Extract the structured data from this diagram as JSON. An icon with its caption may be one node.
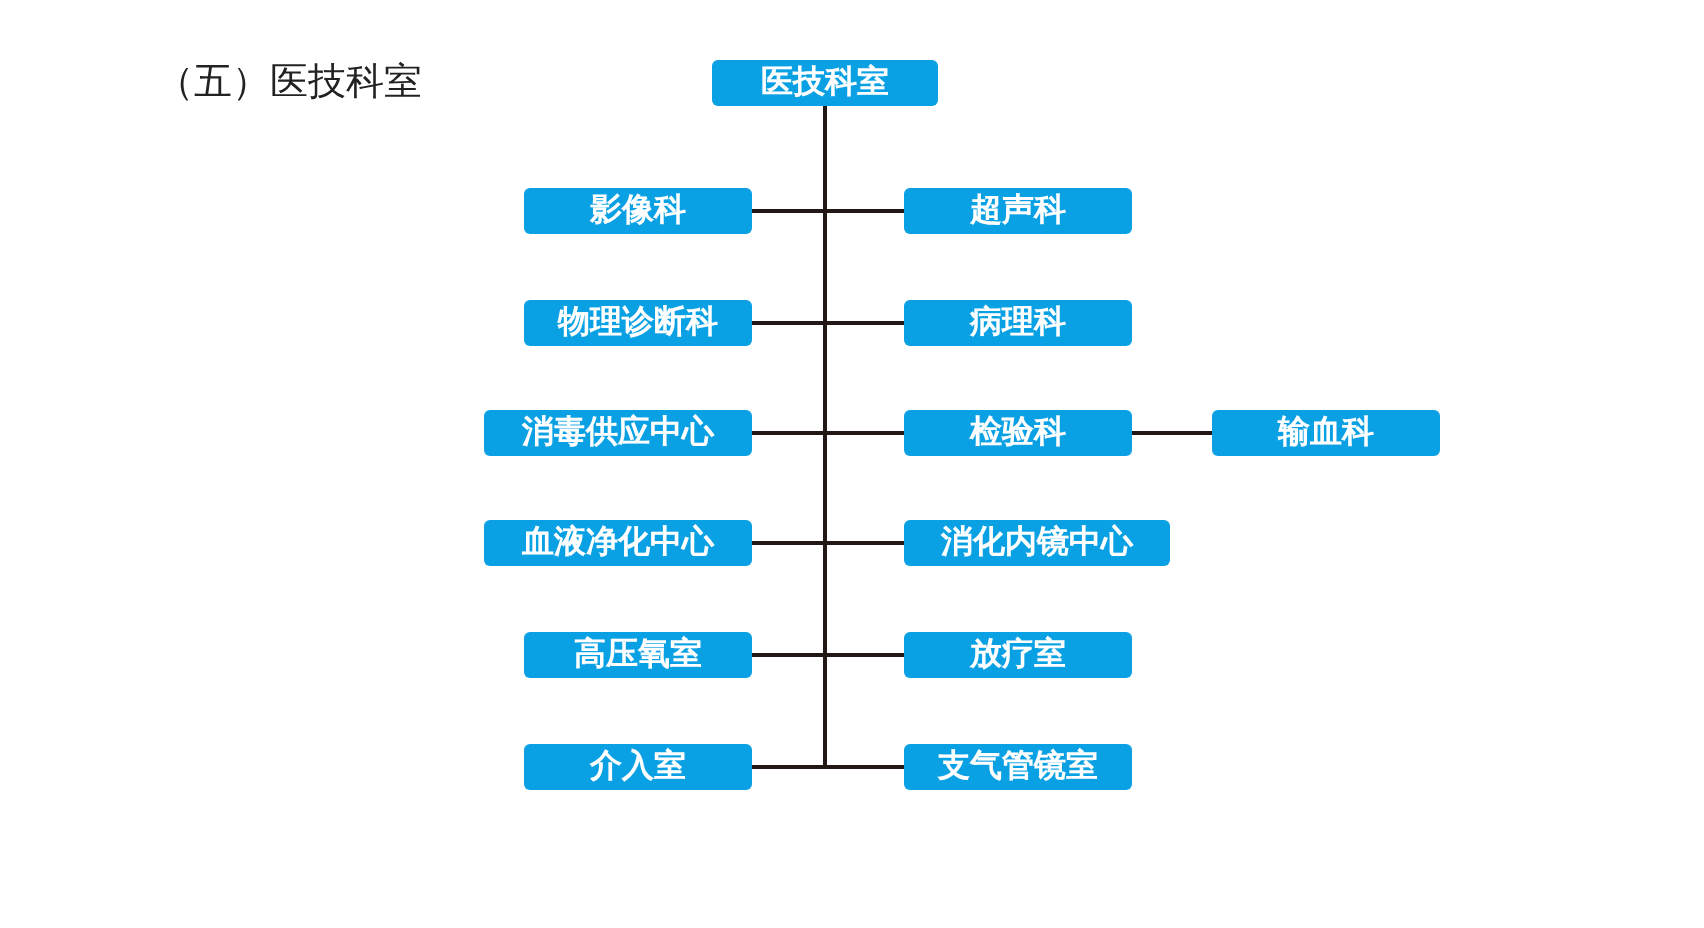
{
  "diagram": {
    "title": "（五）医技科室",
    "nodes": [
      {
        "text": [
          "医技科室"
        ]
      },
      {
        "text": [
          "影像科"
        ]
      },
      {
        "text": [
          "超声科"
        ]
      },
      {
        "text": [
          "物理诊断科"
        ]
      },
      {
        "text": [
          "病理科"
        ]
      },
      {
        "text": [
          "消毒供应中心"
        ]
      },
      {
        "text": [
          "检验科"
        ]
      },
      {
        "text": [
          "输血科"
        ]
      },
      {
        "text": [
          "血液净化中心"
        ]
      },
      {
        "text": [
          "消化内镜中心"
        ]
      },
      {
        "text": [
          "高压氧室"
        ]
      },
      {
        "text": [
          "放疗室"
        ]
      },
      {
        "text": [
          "介入室"
        ]
      },
      {
        "text": [
          "支气管镜室"
        ]
      }
    ],
    "edges": [
      {
        "from": 0,
        "to": 1,
        "arrow": "none"
      },
      {
        "from": 0,
        "to": 2,
        "arrow": "none"
      },
      {
        "from": 0,
        "to": 3,
        "arrow": "none"
      },
      {
        "from": 0,
        "to": 4,
        "arrow": "none"
      },
      {
        "from": 0,
        "to": 5,
        "arrow": "none"
      },
      {
        "from": 0,
        "to": 6,
        "arrow": "none"
      },
      {
        "from": 6,
        "to": 7,
        "arrow": "none"
      },
      {
        "from": 0,
        "to": 8,
        "arrow": "none"
      },
      {
        "from": 0,
        "to": 9,
        "arrow": "none"
      },
      {
        "from": 0,
        "to": 10,
        "arrow": "none"
      },
      {
        "from": 0,
        "to": 11,
        "arrow": "none"
      },
      {
        "from": 0,
        "to": 12,
        "arrow": "none"
      },
      {
        "from": 0,
        "to": 13,
        "arrow": "none"
      }
    ]
  }
}
